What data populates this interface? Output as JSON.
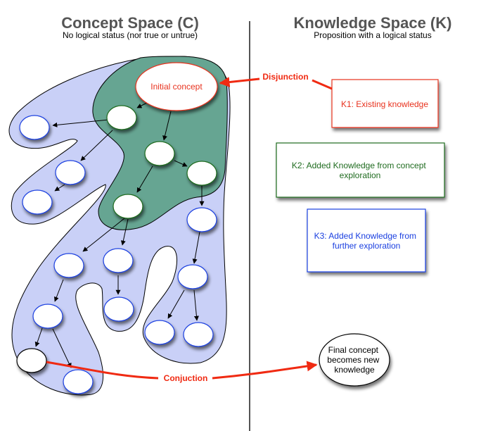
{
  "left_panel": {
    "title": "Concept Space (C)",
    "subtitle": "No logical status (nor true or untrue)"
  },
  "right_panel": {
    "title": "Knowledge Space (K)",
    "subtitle": "Proposition with a logical status"
  },
  "concept_nodes": {
    "initial": "Initial concept"
  },
  "knowledge_boxes": [
    {
      "id": "k1",
      "text_lines": [
        "K1: Existing knowledge"
      ],
      "color": "#e8321e"
    },
    {
      "id": "k2",
      "text_lines": [
        "K2: Added Knowledge from concept",
        "exploration"
      ],
      "color": "#1f6b1f"
    },
    {
      "id": "k3",
      "text_lines": [
        "K3: Added Knowledge from",
        "further exploration"
      ],
      "color": "#1a3fe0"
    }
  ],
  "final_node": {
    "text_lines": [
      "Final concept",
      "becomes new",
      "knowledge"
    ]
  },
  "relations": {
    "disjunction": "Disjunction",
    "conjunction": "Conjuction"
  },
  "colors": {
    "outer_region": "#c9d0f7",
    "inner_region": "#66a592",
    "relation": "#f02a12",
    "divider": "#555555"
  }
}
